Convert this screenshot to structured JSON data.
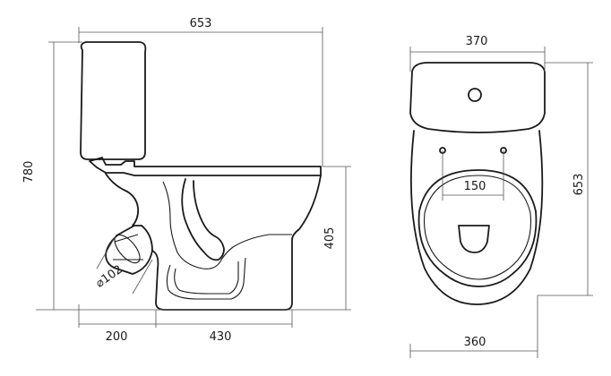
{
  "dimensions": {
    "side_width": "653",
    "height_total": "780",
    "seat_height": "405",
    "outlet_offset": "200",
    "base_length": "430",
    "outlet_diameter": "⌀102",
    "top_width": "370",
    "top_length": "653",
    "hole_spacing": "150",
    "base_width": "360"
  },
  "colors": {
    "line": "#1a1a1a",
    "dimension": "#555555",
    "background": "#ffffff"
  }
}
